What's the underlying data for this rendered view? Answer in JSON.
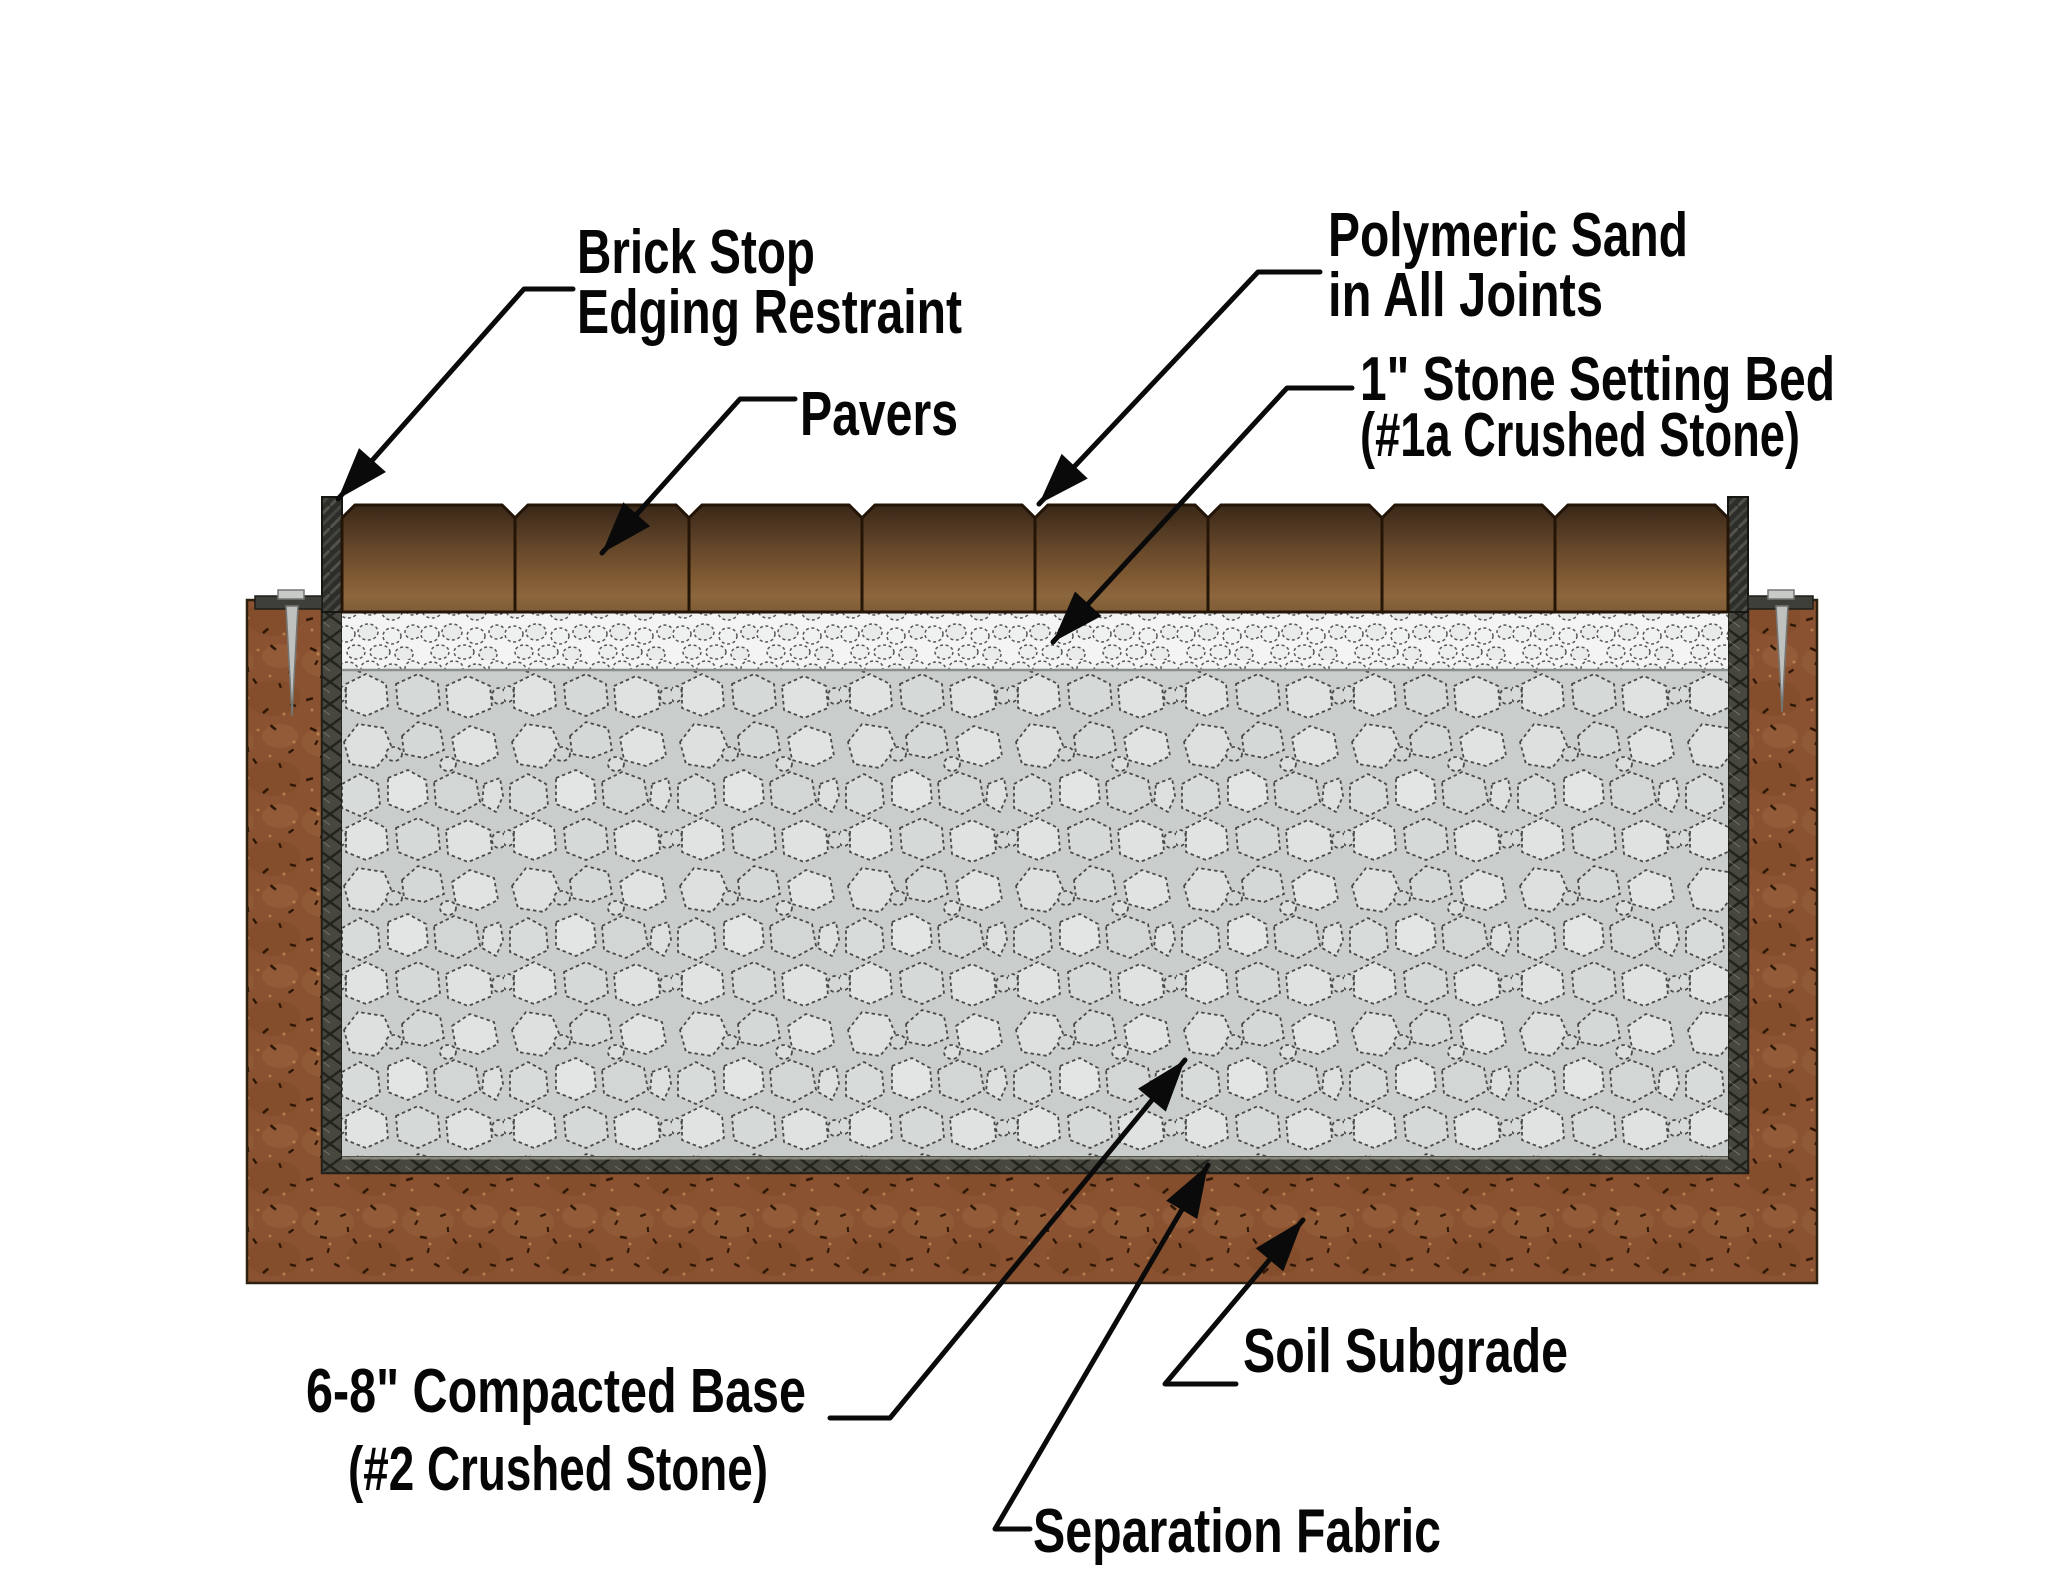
{
  "diagram": {
    "type": "paver-installation-cross-section",
    "labels": {
      "brick_stop": {
        "lines": [
          "Brick Stop",
          "Edging Restraint"
        ]
      },
      "pavers": {
        "lines": [
          "Pavers"
        ]
      },
      "polymeric_sand": {
        "lines": [
          "Polymeric Sand",
          "in All Joints"
        ]
      },
      "setting_bed": {
        "lines": [
          "1\" Stone Setting Bed",
          "(#1a Crushed Stone)"
        ]
      },
      "compacted_base": {
        "lines": [
          "6-8\" Compacted Base",
          "(#2 Crushed Stone)"
        ]
      },
      "soil_subgrade": {
        "lines": [
          "Soil Subgrade"
        ]
      },
      "separation_fabric": {
        "lines": [
          "Separation Fabric"
        ]
      }
    },
    "palette": {
      "background": "#ffffff",
      "line_and_text": "#0a0a0a",
      "paver_brown_dark": "#3a2817",
      "paver_brown_light": "#8c663c",
      "setting_bed_stone": "#eef0ef",
      "base_gravel": "#d5d9d8",
      "soil_brown": "#8a5230",
      "fabric_gray": "#47473f",
      "edging_black": "#2d2d2a",
      "spike_gray": "#bfc1bf"
    }
  }
}
